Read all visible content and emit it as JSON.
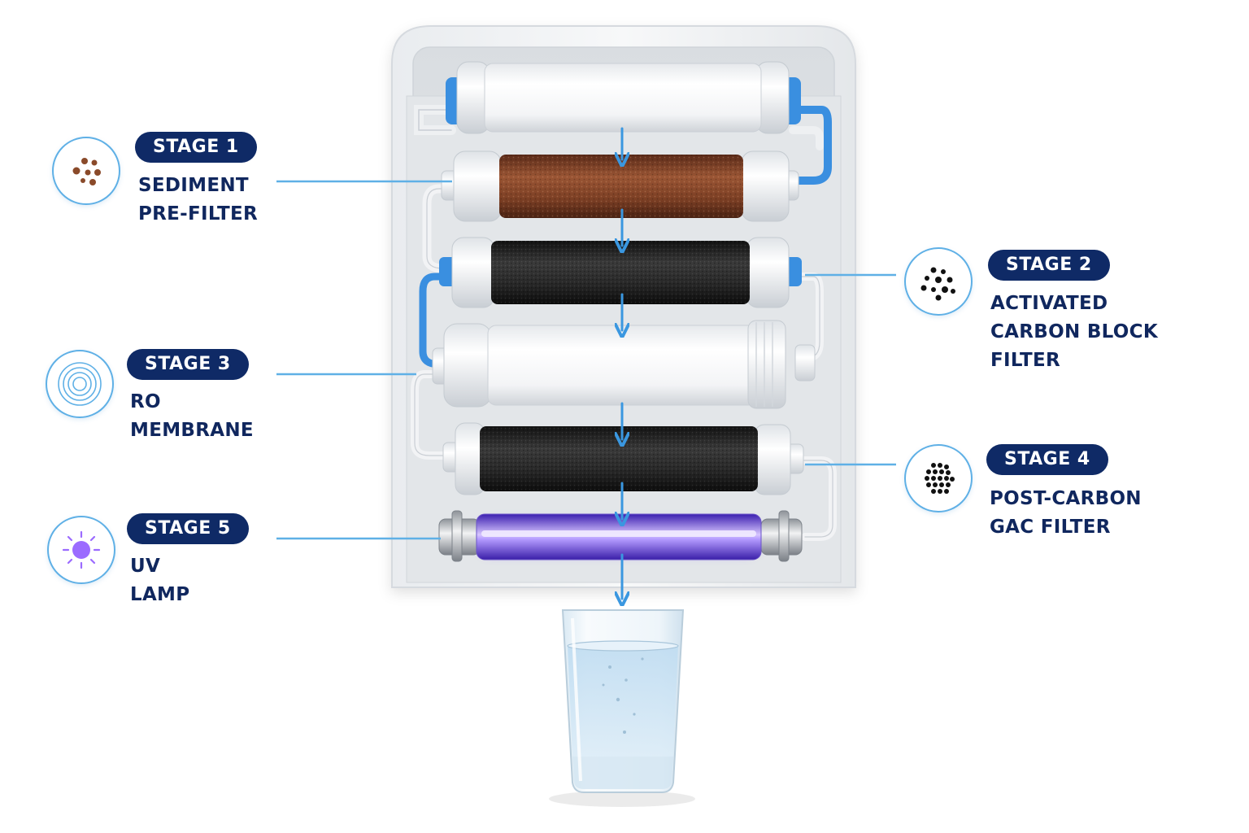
{
  "stages": [
    {
      "badge": "STAGE 1",
      "title_lines": [
        "SEDIMENT",
        "PRE-FILTER"
      ],
      "icon": "sediment-particles-icon",
      "icon_color": "#8a4a2a"
    },
    {
      "badge": "STAGE 2",
      "title_lines": [
        "ACTIVATED",
        "CARBON BLOCK",
        "FILTER"
      ],
      "icon": "carbon-granules-icon",
      "icon_color": "#111111"
    },
    {
      "badge": "STAGE 3",
      "title_lines": [
        "RO",
        "MEMBRANE"
      ],
      "icon": "membrane-rings-icon",
      "icon_color": "#5fb0e6"
    },
    {
      "badge": "STAGE 4",
      "title_lines": [
        "POST-CARBON",
        "GAC FILTER"
      ],
      "icon": "gac-granules-icon",
      "icon_color": "#111111"
    },
    {
      "badge": "STAGE 5",
      "title_lines": [
        "UV",
        "LAMP"
      ],
      "icon": "uv-sun-icon",
      "icon_color": "#9b6bff"
    }
  ],
  "colors": {
    "badge": "#0f2a66",
    "title": "#10275e",
    "flow_arrow": "#3a97e0",
    "leader_line": "#5fb0e6",
    "sediment": "#8a4a2a",
    "carbon": "#1b1b1b",
    "uv_glow": "#7a4dff",
    "water": "#cfe7f7"
  }
}
